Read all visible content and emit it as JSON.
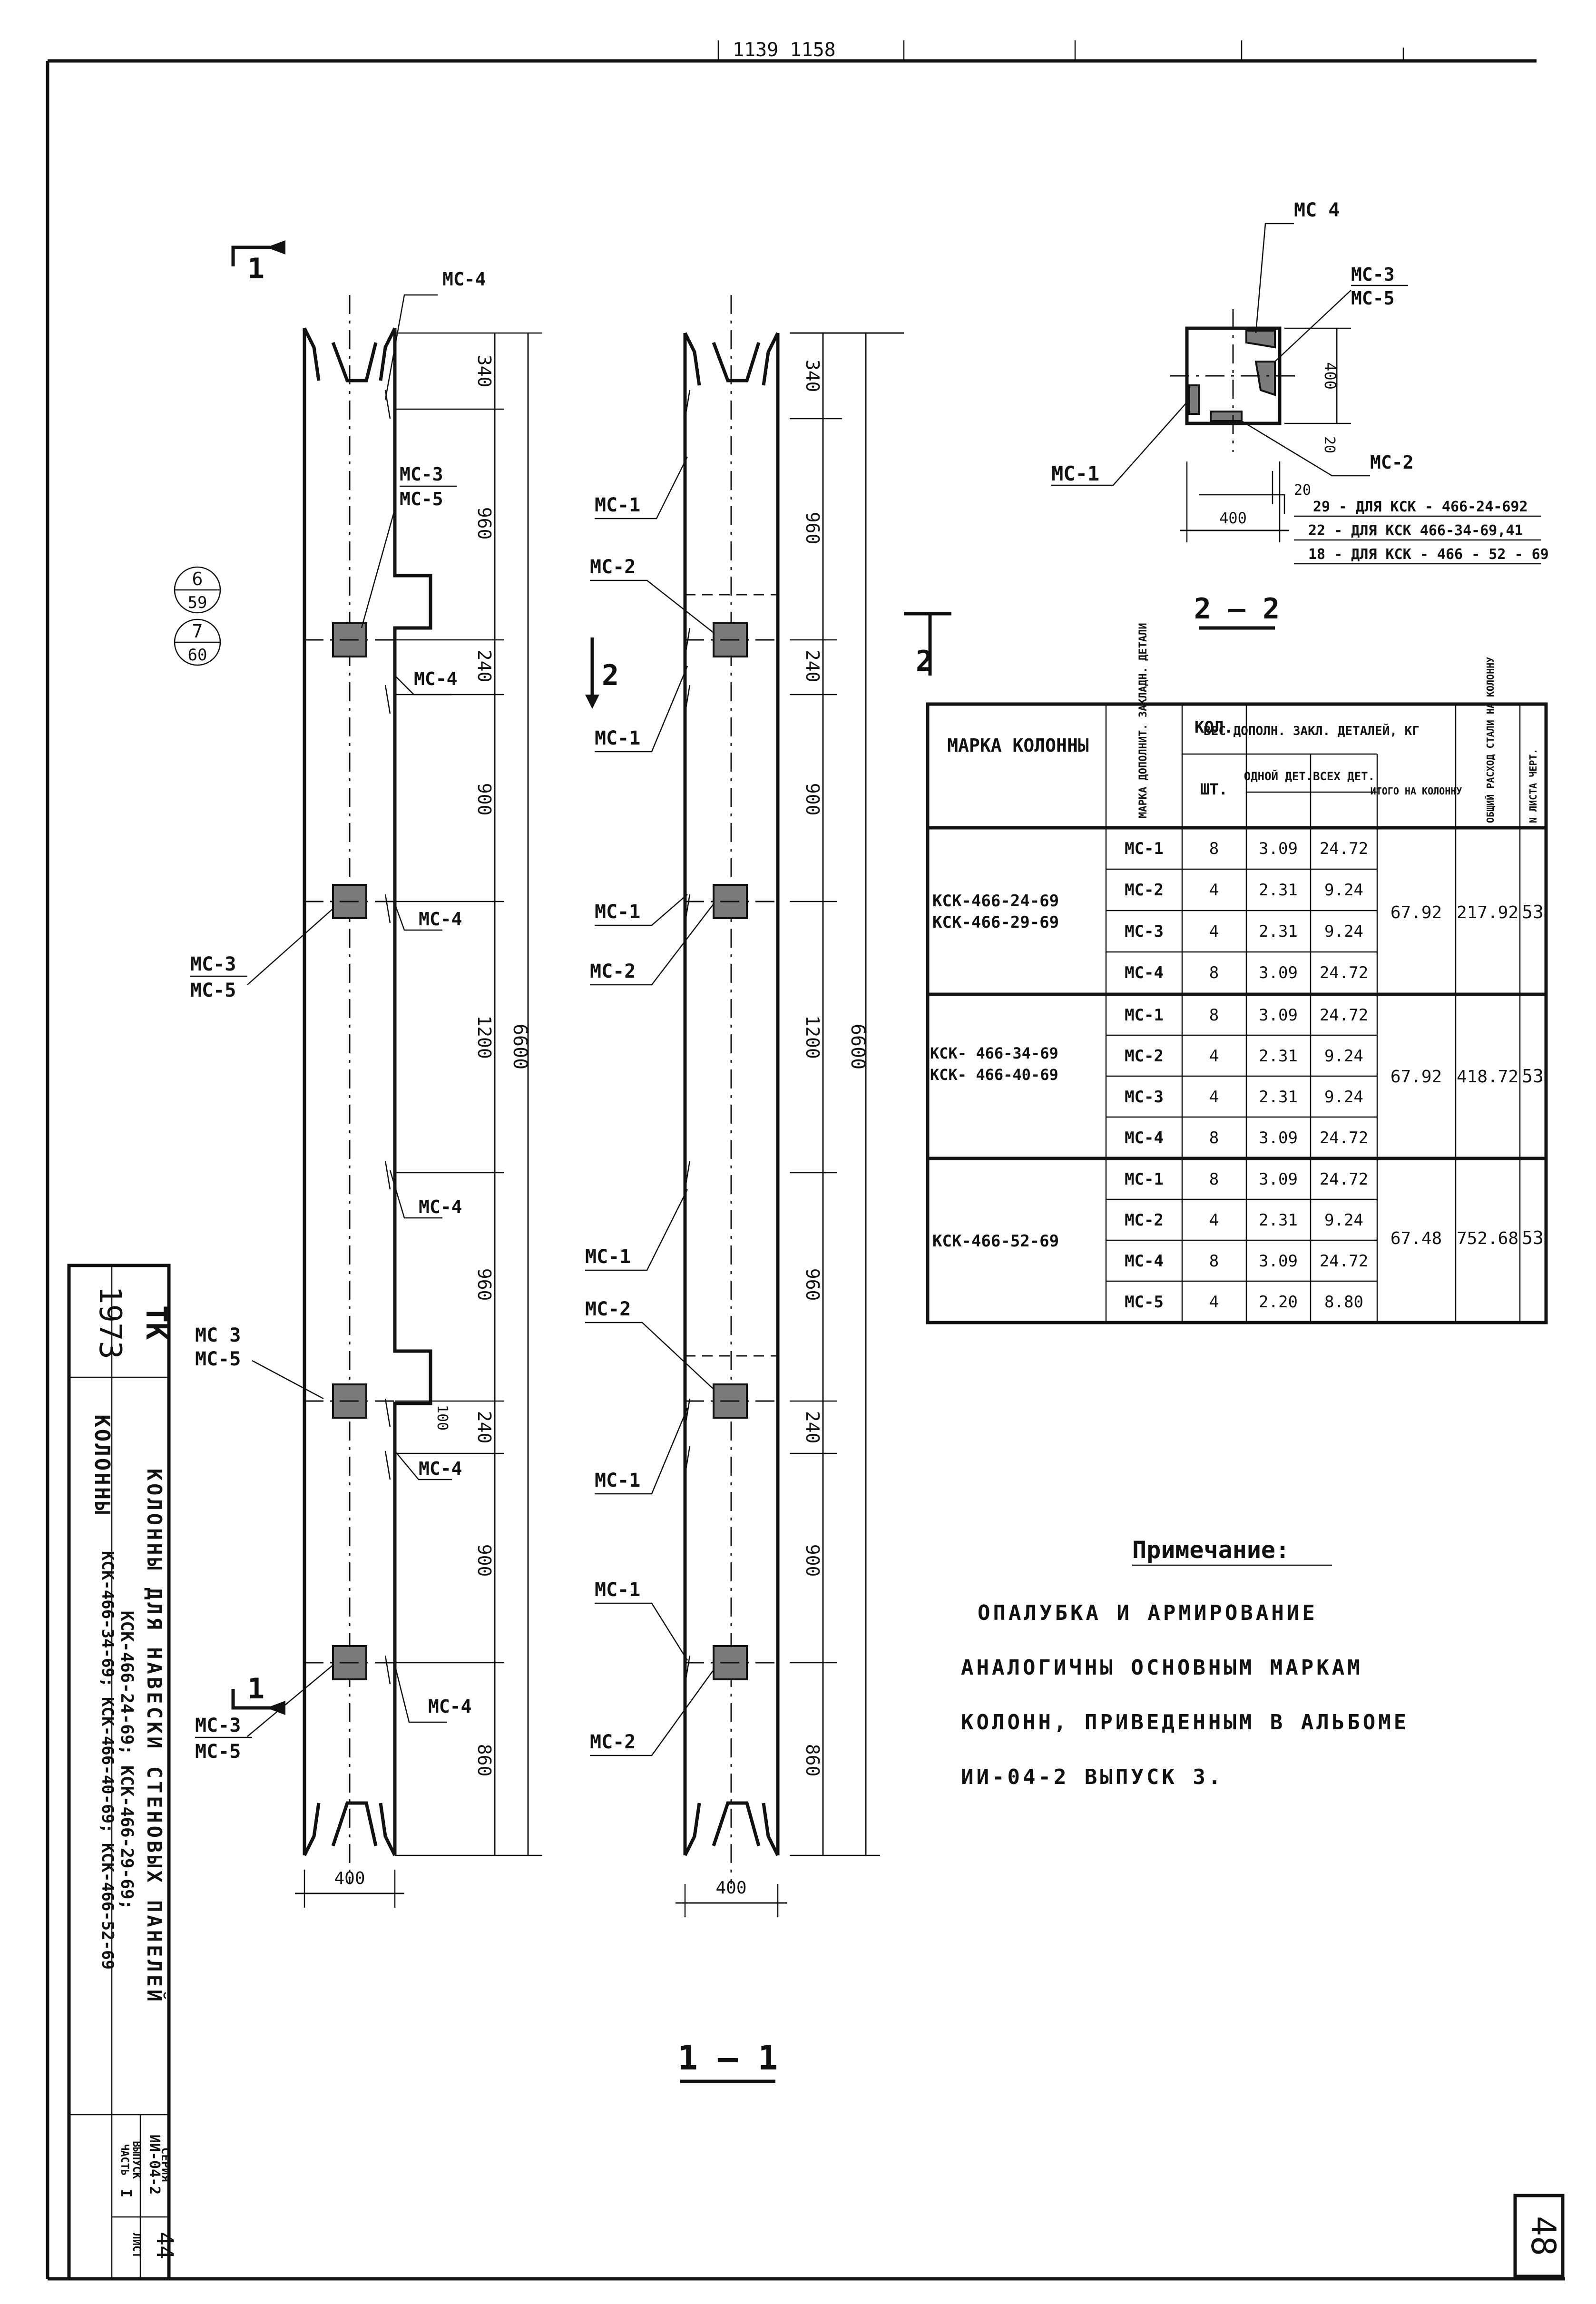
{
  "top_stamp": "1139 1158",
  "page_number": "48",
  "left_view": {
    "leaders": {
      "top": "МС-4",
      "upper_pair_a": "МС-3",
      "upper_pair_b": "МС-5",
      "mid_a": "МС-4",
      "row3_right": "МС-4",
      "row3_left_a": "МС-3",
      "row3_left_b": "МС-5",
      "row4_right": "МС-4",
      "row5_left_a": "МС 3",
      "row5_left_b": "МС-5",
      "row5_right": "МС-4",
      "row6_right": "МС-4",
      "row6_left_a": "МС-3",
      "row6_left_b": "МС-5"
    },
    "dims": [
      "340",
      "960",
      "240",
      "900",
      "1200",
      "960",
      "240",
      "900",
      "860"
    ],
    "total": "6600",
    "small_dim": "100",
    "width": "400",
    "refs": [
      {
        "top": "6",
        "bottom": "59"
      },
      {
        "top": "7",
        "bottom": "60"
      }
    ],
    "section_mark": "1"
  },
  "right_view": {
    "leaders": {
      "l1": "МС-1",
      "l2": "МС-2",
      "l3": "МС-1",
      "l4": "МС-1",
      "l5": "МС-2",
      "l6": "МС-1",
      "l7": "МС-2",
      "l8": "МС-1",
      "l9": "МС-1",
      "l10": "МС-2"
    },
    "dims": [
      "340",
      "960",
      "240",
      "900",
      "1200",
      "960",
      "240",
      "900",
      "860"
    ],
    "total": "6600",
    "width": "400",
    "section_mark": "2",
    "caption": "1 — 1"
  },
  "section_22": {
    "labels": {
      "top": "МС 4",
      "a": "МС-3",
      "b": "МС-5",
      "c": "МС-2",
      "left": "МС-1"
    },
    "dims": {
      "d400v": "400",
      "d20a": "20",
      "d20b": "20",
      "d400h": "400"
    },
    "notes": [
      "29 - ДЛЯ КСК - 466-24-692",
      "22 - ДЛЯ КСК 466-34-69,41",
      "18 - ДЛЯ КСК - 466 - 52 - 69"
    ],
    "caption": "2 — 2",
    "cut_mark": "2"
  },
  "table": {
    "headers": {
      "mark": "МАРКА КОЛОННЫ",
      "part_mark": "МАРКА ДОПОЛНИТ. ЗАКЛАДН. ДЕТАЛИ",
      "qty": "КОЛ.",
      "qty_unit": "ШТ.",
      "weight": "ВЕС ДОПОЛН. ЗАКЛ. ДЕТАЛЕЙ, КГ",
      "one": "ОДНОЙ ДЕТ.",
      "all": "ВСЕХ ДЕТ.",
      "per_col": "ИТОГО НА КОЛОННУ",
      "steel": "ОБЩИЙ РАСХОД СТАЛИ НА КОЛОННУ",
      "sheet": "N ЛИСТА ЧЕРТ."
    },
    "groups": [
      {
        "marks": [
          "КСК-466-24-69",
          "КСК-466-29-69"
        ],
        "rows": [
          {
            "part": "МС-1",
            "qty": "8",
            "one": "3.09",
            "all": "24.72"
          },
          {
            "part": "МС-2",
            "qty": "4",
            "one": "2.31",
            "all": "9.24"
          },
          {
            "part": "МС-3",
            "qty": "4",
            "one": "2.31",
            "all": "9.24"
          },
          {
            "part": "МС-4",
            "qty": "8",
            "one": "3.09",
            "all": "24.72"
          }
        ],
        "per_col": "67.92",
        "steel": "217.92",
        "sheet": "53"
      },
      {
        "marks": [
          "КСК- 466-34-69",
          "КСК- 466-40-69"
        ],
        "rows": [
          {
            "part": "МС-1",
            "qty": "8",
            "one": "3.09",
            "all": "24.72"
          },
          {
            "part": "МС-2",
            "qty": "4",
            "one": "2.31",
            "all": "9.24"
          },
          {
            "part": "МС-3",
            "qty": "4",
            "one": "2.31",
            "all": "9.24"
          },
          {
            "part": "МС-4",
            "qty": "8",
            "one": "3.09",
            "all": "24.72"
          }
        ],
        "per_col": "67.92",
        "steel": "418.72",
        "sheet": "53"
      },
      {
        "marks": [
          "КСК-466-52-69"
        ],
        "rows": [
          {
            "part": "МС-1",
            "qty": "8",
            "one": "3.09",
            "all": "24.72"
          },
          {
            "part": "МС-2",
            "qty": "4",
            "one": "2.31",
            "all": "9.24"
          },
          {
            "part": "МС-4",
            "qty": "8",
            "one": "3.09",
            "all": "24.72"
          },
          {
            "part": "МС-5",
            "qty": "4",
            "one": "2.20",
            "all": "8.80"
          }
        ],
        "per_col": "67.48",
        "steel": "752.68",
        "sheet": "53"
      }
    ]
  },
  "note": {
    "title": "Примечание:",
    "lines": [
      "ОПАЛУБКА И АРМИРОВАНИЕ",
      "АНАЛОГИЧНЫ ОСНОВНЫМ МАРКАМ",
      "КОЛОНН, ПРИВЕДЕННЫМ В АЛЬБОМЕ",
      "ИИ-04-2 ВЫПУСК 3."
    ]
  },
  "stamp": {
    "year": "1973",
    "tk": "ТК",
    "category": "КОЛОННЫ",
    "title": "КОЛОННЫ ДЛЯ НАВЕСКИ СТЕНОВЫХ ПАНЕЛЕЙ",
    "line1": "КСК-466-24-69; КСК-466-29-69;",
    "line2": "КСК-466-34-69; КСК-466-40-69; КСК-466-52-69",
    "series_label": "СЕРИЯ",
    "series": "ИИ-04-2",
    "issue_label": "ВЫПУСК",
    "part_label": "ЧАСТЬ",
    "issue": "I",
    "sheet_label": "ЛИСТ",
    "sheet": "44"
  }
}
